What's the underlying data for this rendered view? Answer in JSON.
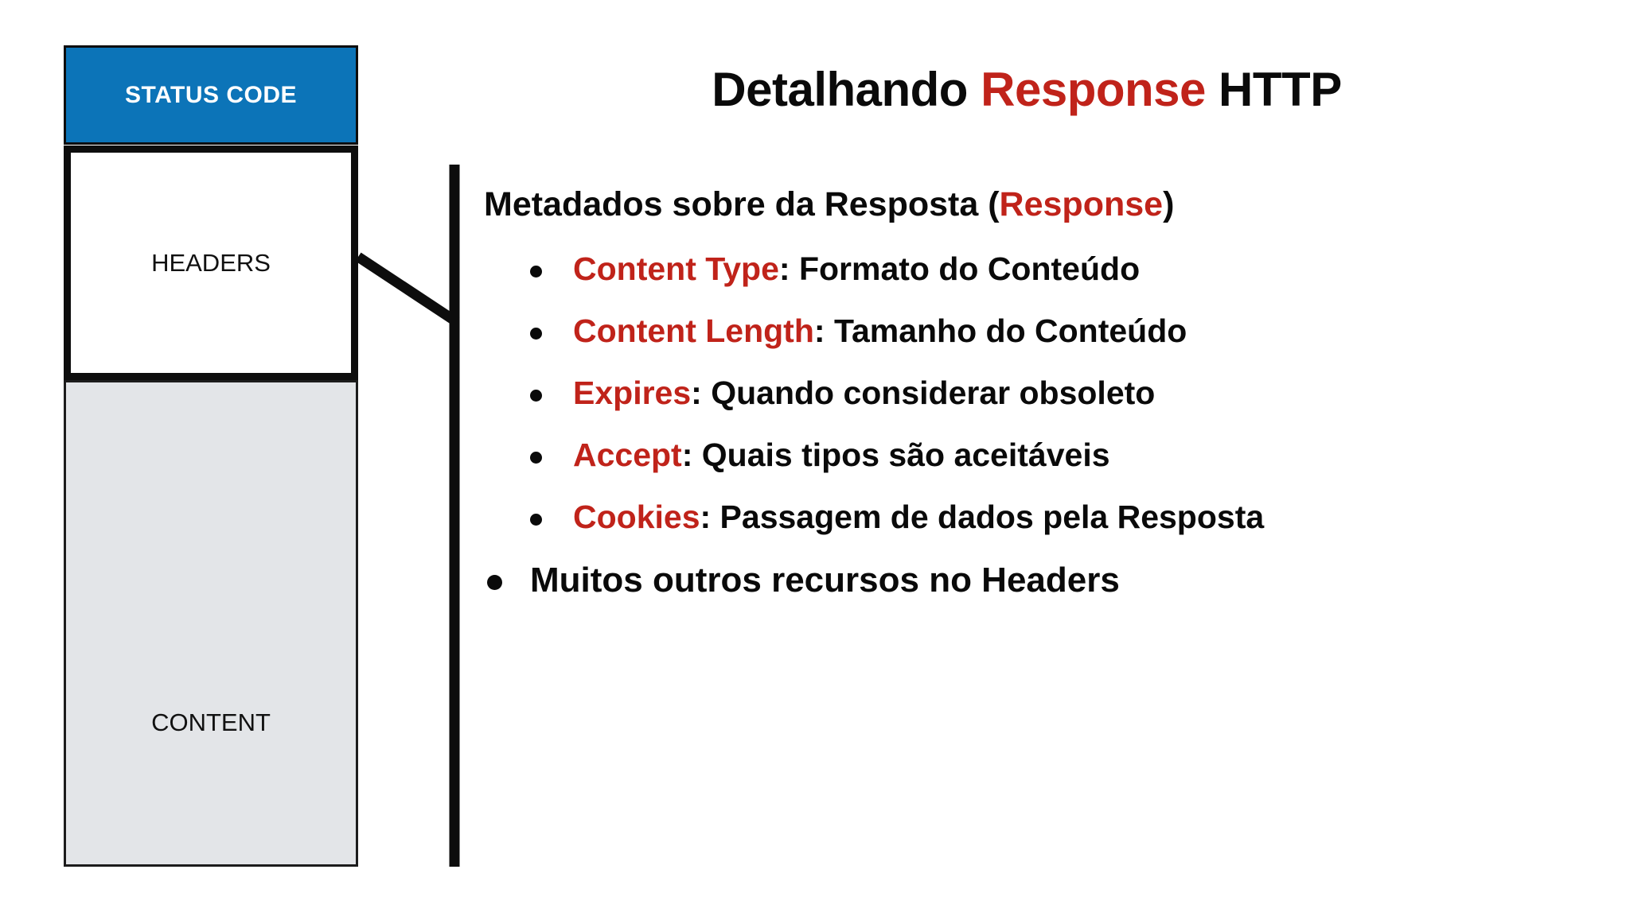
{
  "slide": {
    "title_parts": [
      {
        "text": "Detalhando ",
        "accent": false
      },
      {
        "text": "Response",
        "accent": true
      },
      {
        "text": " HTTP",
        "accent": false
      }
    ],
    "title_plain": "Detalhando Response HTTP"
  },
  "diagram": {
    "status_code": {
      "label": "STATUS CODE",
      "fill": "#0c74b8",
      "text_color": "#ffffff"
    },
    "headers": {
      "label": "HEADERS",
      "fill": "#ffffff",
      "text_color": "#111111"
    },
    "content": {
      "label": "CONTENT",
      "fill": "#e3e5e8",
      "text_color": "#111111"
    },
    "connector": {
      "stroke": "#0d0d0d",
      "description": "elbow-line-headers-to-body"
    }
  },
  "body": {
    "intro": {
      "lead": "Metadados sobre da Resposta (",
      "accent": "Response",
      "tail": ")"
    },
    "bullets": [
      {
        "term": "Content Type",
        "sep": ": ",
        "desc": "Formato do Conteúdo"
      },
      {
        "term": "Content Length",
        "sep": ": ",
        "desc": "Tamanho do Conteúdo"
      },
      {
        "term": "Expires",
        "sep": ": ",
        "desc": "Quando considerar obsoleto"
      },
      {
        "term": "Accept",
        "sep": ": ",
        "desc": "Quais tipos são aceitáveis"
      },
      {
        "term": "Cookies",
        "sep": ": ",
        "desc": "Passagem de dados pela Resposta"
      }
    ],
    "outer_bullets": [
      {
        "text": "Muitos outros recursos no Headers"
      }
    ]
  },
  "colors": {
    "accent_red": "#c0231a",
    "brand_blue": "#0c74b8",
    "ink": "#0a0a0a",
    "panel_gray": "#e3e5e8",
    "background": "#ffffff"
  }
}
